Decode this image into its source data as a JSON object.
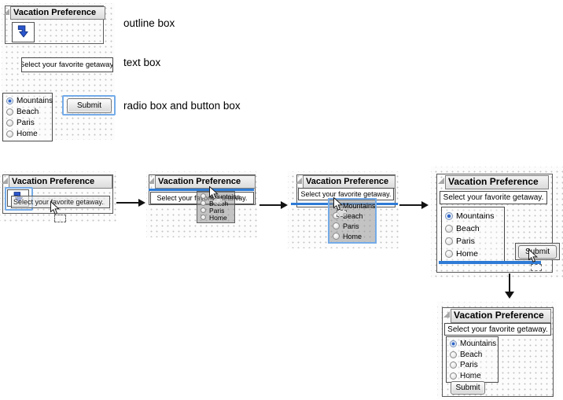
{
  "form": {
    "title": "Vacation Preference",
    "prompt": "Select your favorite getaway.",
    "options": [
      "Mountains",
      "Beach",
      "Paris",
      "Home"
    ],
    "submit_label": "Submit"
  },
  "part_labels": {
    "outline_box": "outline box",
    "text_box": "text box",
    "radio_and_button": "radio box and button box"
  },
  "icons": {
    "disclosure_triangle": "gray corner triangle",
    "drop_arrow": "blue bent down arrow",
    "drag_cursor": "pointer with dashed drop box"
  },
  "colors": {
    "selection_border_blue": "#74ABE8",
    "insertion_line_blue": "#2E7BD6",
    "drop_arrow_blue": "#2A56CE",
    "radio_selected_blue": "#2E63C8"
  }
}
